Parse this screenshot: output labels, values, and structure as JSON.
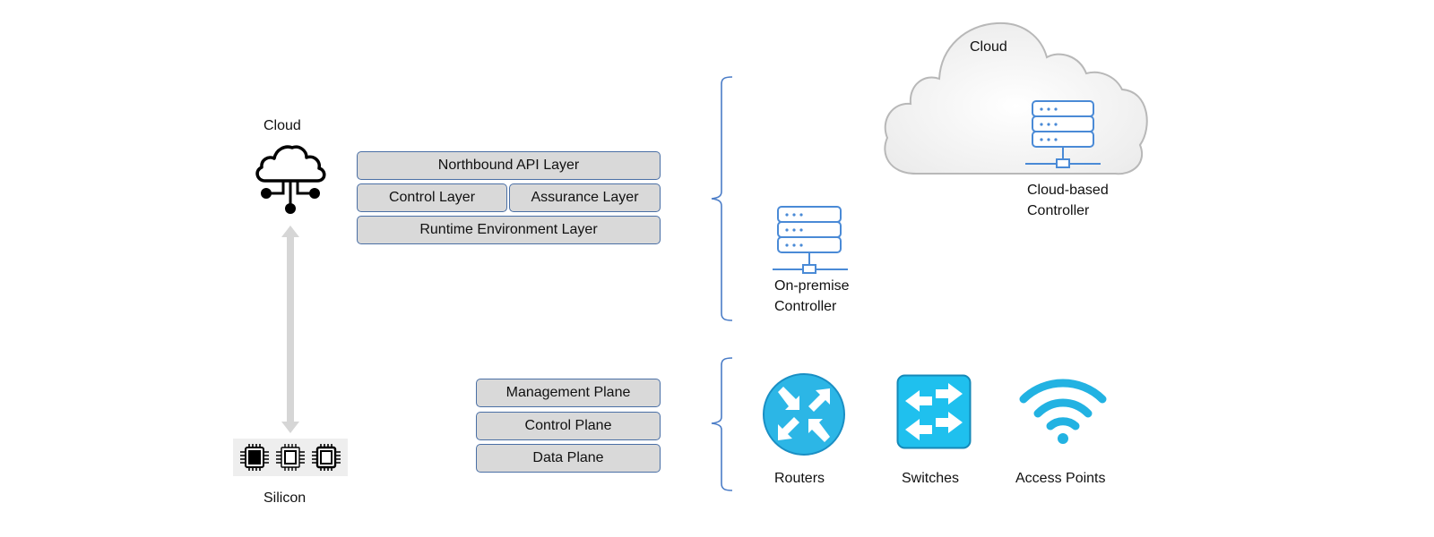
{
  "left": {
    "cloud_label": "Cloud",
    "silicon_label": "Silicon",
    "cloud_icon": "cloud-network-icon",
    "silicon_icons": [
      "chip-filled-icon",
      "chip-outline-icon",
      "chip-outline-icon"
    ],
    "arrow": "bidirectional-vertical-arrow"
  },
  "controller_stack": {
    "layers": {
      "top": "Northbound API Layer",
      "middle_left": "Control Layer",
      "middle_right": "Assurance Layer",
      "bottom": "Runtime Environment Layer"
    }
  },
  "device_stack": {
    "planes": [
      "Management Plane",
      "Control Plane",
      "Data Plane"
    ]
  },
  "controllers": {
    "cloud_title": "Cloud",
    "cloud_controller": [
      "Cloud-based",
      "Controller"
    ],
    "onprem_controller": [
      "On-premise",
      "Controller"
    ],
    "server_icon": "server-icon"
  },
  "devices": [
    {
      "label": "Routers",
      "icon": "router-icon"
    },
    {
      "label": "Switches",
      "icon": "switch-icon"
    },
    {
      "label": "Access Points",
      "icon": "wifi-icon"
    }
  ],
  "colors": {
    "box_fill": "#d9d9d9",
    "box_border": "#4a6fa5",
    "brace": "#4a7cc7",
    "server": "#4a8ad6",
    "device_blue": "#29b5e8",
    "arrow_gray": "#d6d6d6"
  }
}
